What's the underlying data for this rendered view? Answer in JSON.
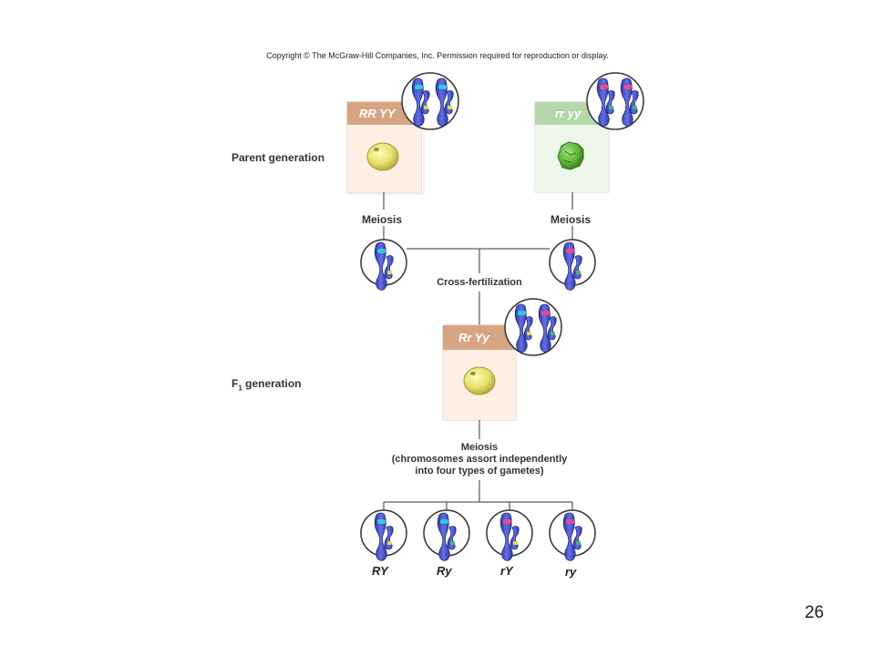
{
  "copyright": "Copyright © The McGraw-Hill Companies, Inc. Permission required for reproduction or display.",
  "labels": {
    "parent_generation": "Parent generation",
    "f1_generation_prefix": "F",
    "f1_generation_sub": "1",
    "f1_generation_suffix": " generation",
    "meiosis_left": "Meiosis",
    "meiosis_right": "Meiosis",
    "cross_fertilization": "Cross-fertilization",
    "meiosis_f1": "Meiosis",
    "meiosis_f1_note_line1": "(chromosomes assort independently",
    "meiosis_f1_note_line2": "into four types of gametes)"
  },
  "parents": [
    {
      "genotype": "RR YY",
      "seed": "yellow round",
      "header_color": "#d8a584",
      "panel_color": "#fcefe3",
      "seed_color": "#e9e77b"
    },
    {
      "genotype": "rr yy",
      "seed": "green wrinkled",
      "header_color": "#b5d7a9",
      "panel_color": "#eef7ea",
      "seed_color": "#6dbb4c"
    }
  ],
  "f1": {
    "genotype": "Rr Yy",
    "header_color": "#d8a584",
    "panel_color": "#fcefe3",
    "seed_color": "#e9e77b"
  },
  "gametes": [
    "RY",
    "Ry",
    "rY",
    "ry"
  ],
  "slide_number": "26",
  "colors": {
    "chromosome_blue": "#4a55c8",
    "allele_cyan": "#35c6e0",
    "allele_pink": "#e84a8c",
    "allele_yellow": "#e8d84a",
    "allele_green": "#4ab86a",
    "line": "#333333"
  }
}
